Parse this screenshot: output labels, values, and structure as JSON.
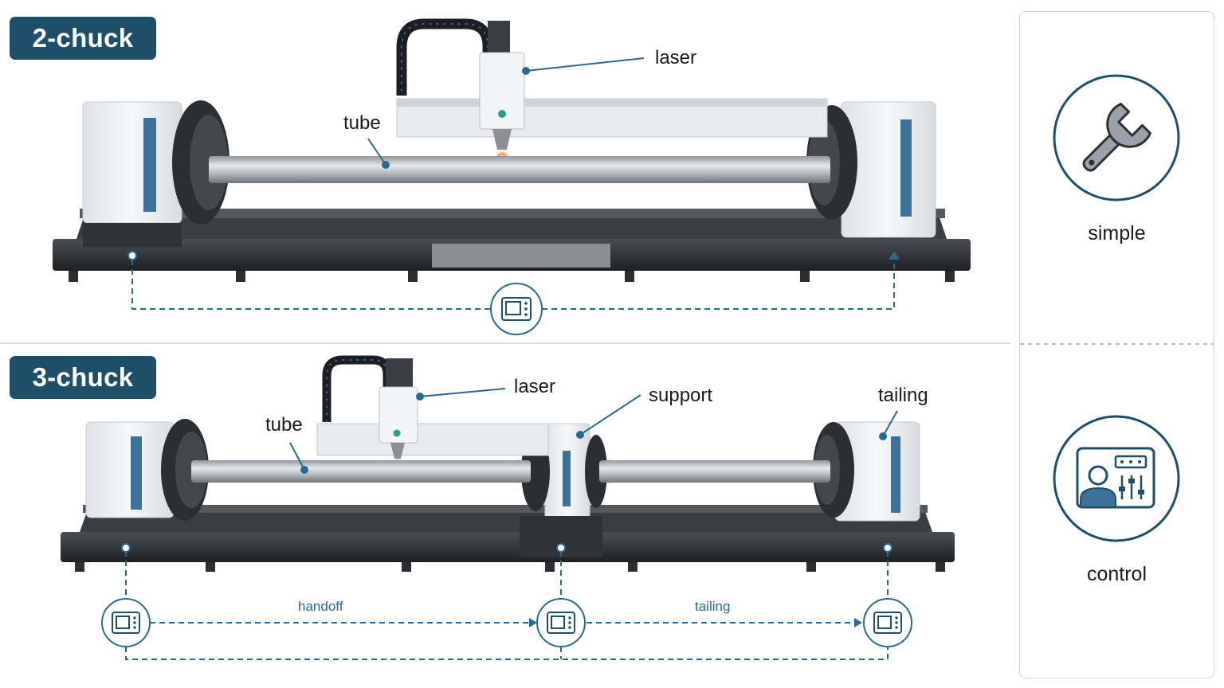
{
  "sections": [
    {
      "badge": "2-chuck",
      "callouts": {
        "laser": "laser",
        "tube": "tube"
      }
    },
    {
      "badge": "3-chuck",
      "callouts": {
        "laser": "laser",
        "tube": "tube",
        "support": "support",
        "tailing": "tailing"
      },
      "flow_labels": {
        "handoff": "handoff",
        "tailing": "tailing"
      }
    }
  ],
  "features": [
    {
      "label": "simple",
      "icon": "wrench-icon"
    },
    {
      "label": "control",
      "icon": "control-panel-icon"
    }
  ],
  "colors": {
    "badge": "#1f4e69",
    "accent": "#2b6a8e",
    "machine_base": "#2a2d31",
    "machine_body": "#eef0f2",
    "stripe": "#3d7198",
    "tube": "#b9bec3"
  }
}
